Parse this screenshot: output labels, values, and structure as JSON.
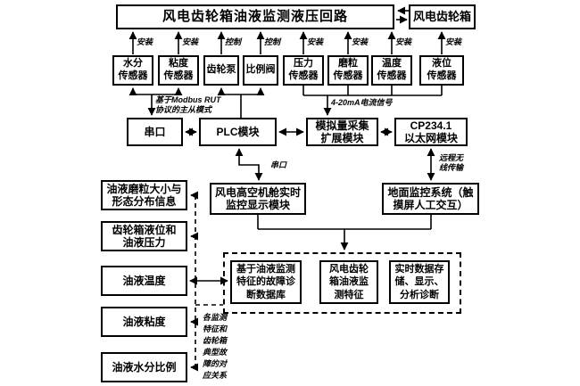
{
  "top": {
    "title": "风电齿轮箱油液监测液压回路",
    "gearbox": "风电齿轮箱"
  },
  "edge_labels": {
    "install": [
      "安装",
      "安装",
      "控制",
      "控制",
      "安装",
      "安装",
      "安装",
      "安装"
    ],
    "modbus_line1": "基于Modbus RUT",
    "modbus_line2": "协议的主从模式",
    "current_signal": "4-20mA电流信号",
    "serial_link": "串口",
    "wireless_line1": "远程无",
    "wireless_line2": "线传输"
  },
  "sensors": [
    {
      "line1": "水分",
      "line2": "传感器"
    },
    {
      "line1": "粘度",
      "line2": "传感器"
    },
    {
      "line1": "齿轮泵"
    },
    {
      "line1": "比例阀"
    },
    {
      "line1": "压力",
      "line2": "传感器"
    },
    {
      "line1": "磨粒",
      "line2": "传感器"
    },
    {
      "line1": "温度",
      "line2": "传感器"
    },
    {
      "line1": "液位",
      "line2": "传感器"
    }
  ],
  "modules": {
    "serial": "串口",
    "plc": "PLC模块",
    "analog_line1": "模拟量采集",
    "analog_line2": "扩展模块",
    "cp_line1": "CP234.1",
    "cp_line2": "以太网模块",
    "nacelle_line1": "风电高空机舱实时",
    "nacelle_line2": "监控显示模块",
    "ground_line1": "地面监控系统（触",
    "ground_line2": "摸屏人工交互）"
  },
  "outputs": [
    {
      "line1": "油液磨粒大小与",
      "line2": "形态分布信息"
    },
    {
      "line1": "齿轮箱液位和",
      "line2": "油液压力"
    },
    {
      "line1": "油液温度"
    },
    {
      "line1": "油液粘度"
    },
    {
      "line1": "油液水分比例"
    }
  ],
  "diagnosis": {
    "db_line1": "基于油液监测",
    "db_line2": "特征的故障诊",
    "db_line3": "断数据库",
    "feature_line1": "风电齿轮",
    "feature_line2": "箱油液监",
    "feature_line3": "测特征",
    "storage_line1": "实时数据存",
    "storage_line2": "储、显示、",
    "storage_line3": "分析诊断"
  },
  "note_vertical": "各监测\n特征和\n齿轮箱\n典型故\n障的对\n应关系",
  "colors": {
    "line": "#000000",
    "border": "#000000",
    "background": "#ffffff"
  }
}
